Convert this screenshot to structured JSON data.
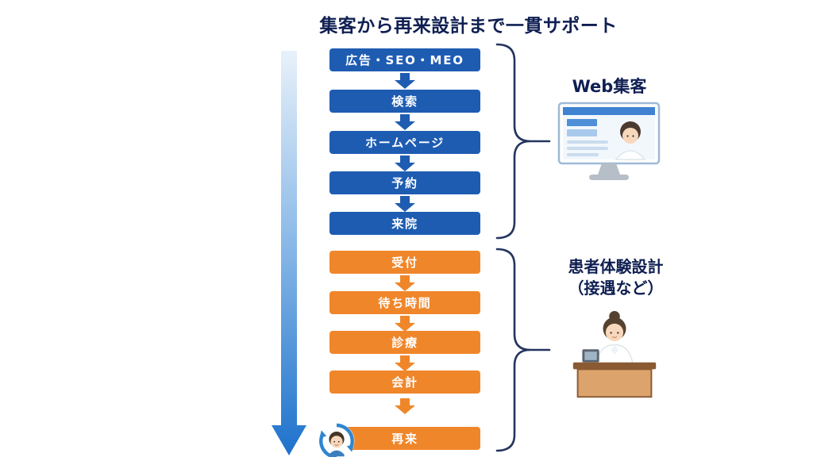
{
  "title": "集客から再来設計まで一貫サポート",
  "flow": {
    "web_steps": [
      "広告・SEO・MEO",
      "検索",
      "ホームページ",
      "予約",
      "来院"
    ],
    "patient_steps": [
      "受付",
      "待ち時間",
      "診療",
      "会計",
      "再来"
    ]
  },
  "web_group": {
    "label": "Web集客",
    "illustration": "monitor-with-staff-icon"
  },
  "patient_group": {
    "label_line1": "患者体験設計",
    "label_line2": "（接遇など）",
    "illustration": "receptionist-desk-icon"
  },
  "return_icon": "returning-patient-cycle-icon",
  "flow_arrow": "downward-gradient-arrow",
  "colors": {
    "step_blue": "#1e5cb2",
    "step_orange": "#f0862a",
    "title_navy": "#0f1f52",
    "brace_navy": "#25355f",
    "arrow_gradient_top": "#e8f1fa",
    "arrow_gradient_bottom": "#1d72cc"
  }
}
